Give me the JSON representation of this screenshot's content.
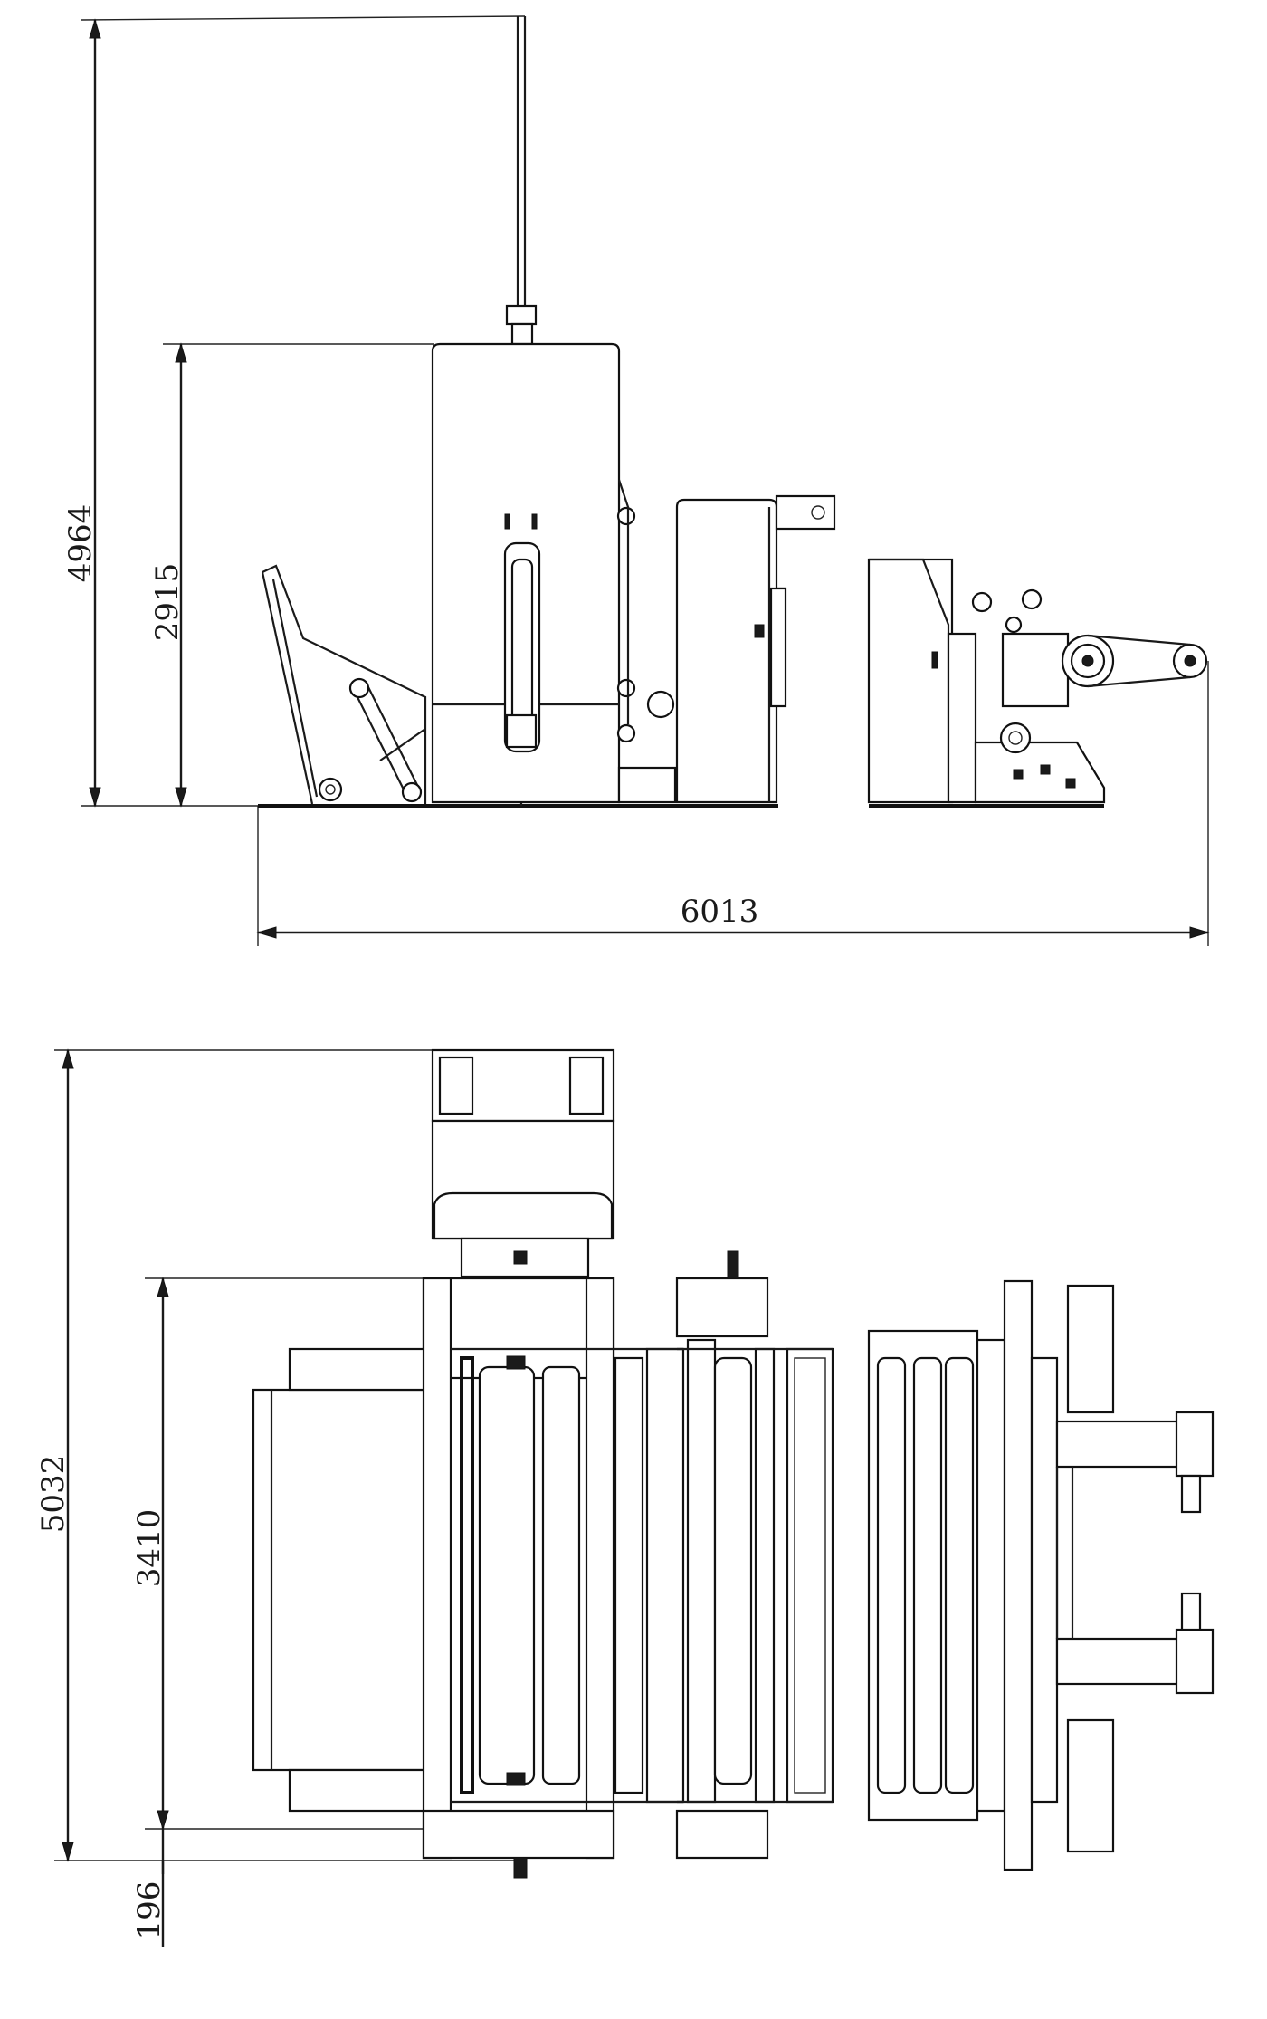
{
  "views": {
    "side_elevation": {
      "overall_height": "4964",
      "main_unit_height": "2915",
      "overall_length": "6013"
    },
    "plan_view": {
      "overall_width": "5032",
      "frame_width": "3410",
      "offset": "196"
    }
  },
  "colors": {
    "ink": "#1a1a1a",
    "paper": "#ffffff"
  }
}
